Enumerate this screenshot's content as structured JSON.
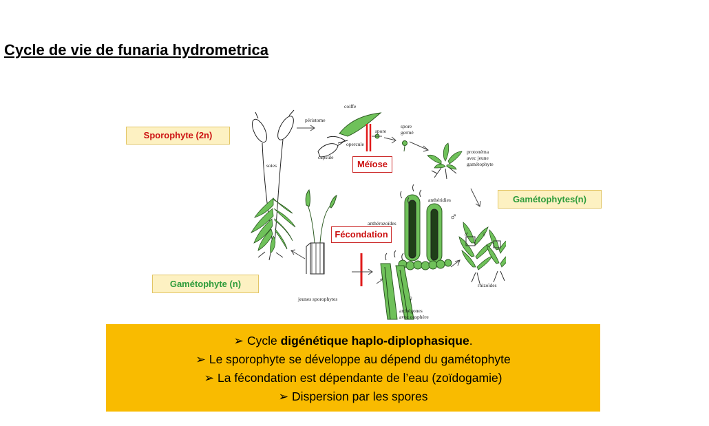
{
  "title": "Cycle de vie de funaria hydrometrica",
  "labels": {
    "sporophyte": "Sporophyte (2n)",
    "meiose": "Méïose",
    "gametophytes": "Gamétophytes(n)",
    "fecondation": "Fécondation",
    "gametophyte": "Gamétophyte (n)"
  },
  "annotations": {
    "coiffe": "coiffe",
    "peristome": "péristome",
    "operculum": "opercule",
    "capsule": "capsule",
    "soies": "soies",
    "spore": "spore",
    "spore_germ_1": "spore",
    "spore_germ_2": "germé",
    "protonema_1": "protonéma",
    "protonema_2": "avec jeune",
    "protonema_3": "gamétophyte",
    "antheridies": "anthéridies",
    "antherozoides": "anthérozoïdes",
    "male_symbol": "♂",
    "female_symbol": "♀",
    "rhizoides": "rhizoïdes",
    "archegones_1": "archégones",
    "archegones_2": "avec oosphère",
    "jeunes_sporophytes": "jeunes sporophytes"
  },
  "summary": {
    "bullet": "➢",
    "line1_prefix": "Cycle ",
    "line1_bold": "digénétique haplo-diplophasique",
    "line1_suffix": ".",
    "line2": "Le sporophyte se développe au dépend du gamétophyte",
    "line3": "La fécondation est dépendante de l’eau (zoïdogamie)",
    "line4": "Dispersion par les spores"
  },
  "colors": {
    "plant_green": "#6fc15a",
    "label_red": "#cc1111",
    "label_green": "#2d9b3a",
    "summary_box": "#f9bb00",
    "label_fill": "#fdf1c2"
  }
}
